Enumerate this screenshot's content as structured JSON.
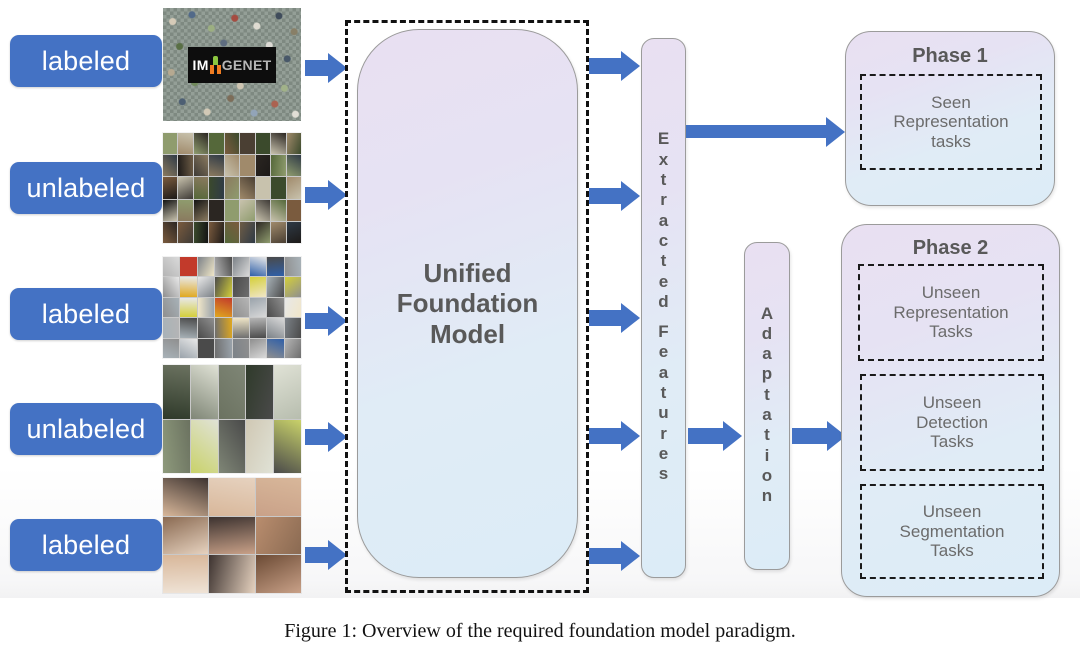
{
  "figure": {
    "caption": "Figure 1: Overview of the required foundation model paradigm."
  },
  "colors": {
    "accent_blue": "#4472C4",
    "shape_text": "#595959",
    "task_text": "#6b6b6b",
    "dashed_border": "#111111",
    "shape_border": "#9b9b9b"
  },
  "inputs": [
    {
      "label": "labeled",
      "dataset": "imagenet-thumbnail",
      "logo_left": "IM",
      "logo_right": "GENET"
    },
    {
      "label": "unlabeled",
      "dataset": "dogs-thumbnail-grid"
    },
    {
      "label": "labeled",
      "dataset": "cars-thumbnail-grid"
    },
    {
      "label": "unlabeled",
      "dataset": "pedestrians-thumbnail-grid"
    },
    {
      "label": "labeled",
      "dataset": "faces-thumbnail-grid"
    }
  ],
  "model": {
    "title_lines": [
      "Unified",
      "Foundation",
      "Model"
    ]
  },
  "features": {
    "label": "Extracted Features",
    "line1": "Extracted",
    "line2": "Features"
  },
  "adaptation": {
    "label": "Adaptation"
  },
  "phases": [
    {
      "title": "Phase 1",
      "tasks": [
        {
          "lines": [
            "Seen",
            "Representation",
            "tasks"
          ]
        }
      ]
    },
    {
      "title": "Phase 2",
      "tasks": [
        {
          "lines": [
            "Unseen",
            "Representation",
            "Tasks"
          ]
        },
        {
          "lines": [
            "Unseen",
            "Detection",
            "Tasks"
          ]
        },
        {
          "lines": [
            "Unseen",
            "Segmentation",
            "Tasks"
          ]
        }
      ]
    }
  ]
}
